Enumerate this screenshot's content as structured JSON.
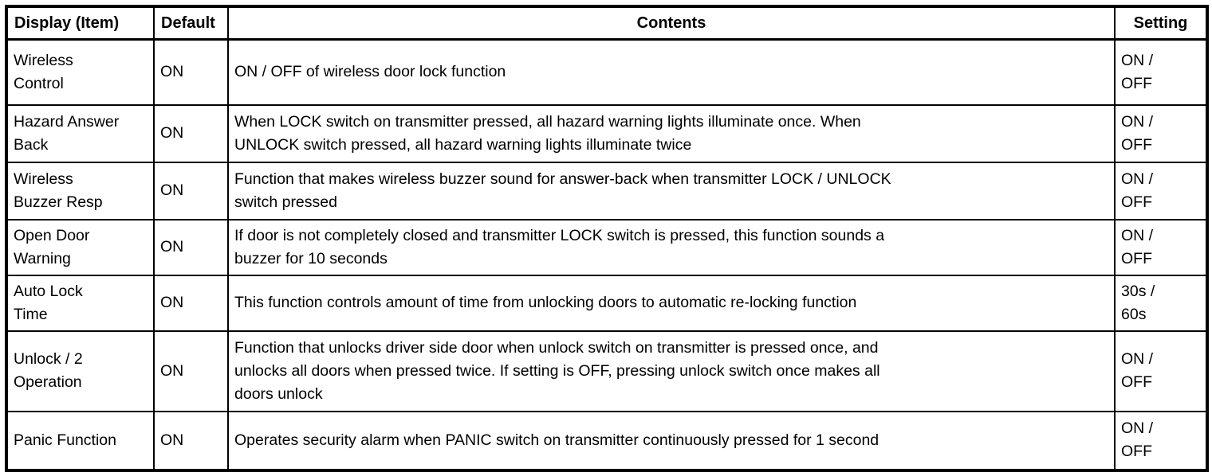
{
  "table": {
    "columns": {
      "display": {
        "label": "Display (Item)"
      },
      "default": {
        "label": "Default"
      },
      "contents": {
        "label": "Contents"
      },
      "setting": {
        "label": "Setting"
      }
    },
    "rows": [
      {
        "display": "Wireless\nControl",
        "default": "ON",
        "contents": "ON / OFF of wireless door lock function",
        "setting": "ON /\nOFF"
      },
      {
        "display": "Hazard Answer\nBack",
        "default": "ON",
        "contents": "When LOCK switch on transmitter pressed, all hazard warning lights illuminate once. When\nUNLOCK switch pressed, all hazard warning lights illuminate twice",
        "setting": "ON /\nOFF"
      },
      {
        "display": "Wireless\nBuzzer Resp",
        "default": "ON",
        "contents": "Function that makes wireless buzzer sound for answer-back when transmitter LOCK / UNLOCK\nswitch pressed",
        "setting": "ON /\nOFF"
      },
      {
        "display": "Open Door\nWarning",
        "default": "ON",
        "contents": "If door is not completely closed and transmitter LOCK switch is pressed, this function sounds a\nbuzzer for 10 seconds",
        "setting": "ON /\nOFF"
      },
      {
        "display": "Auto Lock\nTime",
        "default": "ON",
        "contents": "This function controls amount of time from unlocking doors to automatic re-locking function",
        "setting": "30s /\n60s"
      },
      {
        "display": "Unlock / 2\nOperation",
        "default": "ON",
        "contents": "Function that unlocks driver side door when unlock switch on transmitter is pressed once, and\nunlocks all doors when pressed twice. If setting is OFF, pressing unlock switch once makes all\ndoors unlock",
        "setting": "ON /\nOFF"
      },
      {
        "display": "Panic Function",
        "default": "ON",
        "contents": "Operates security alarm when PANIC switch on transmitter continuously pressed for 1 second",
        "setting": "ON /\nOFF"
      }
    ]
  }
}
